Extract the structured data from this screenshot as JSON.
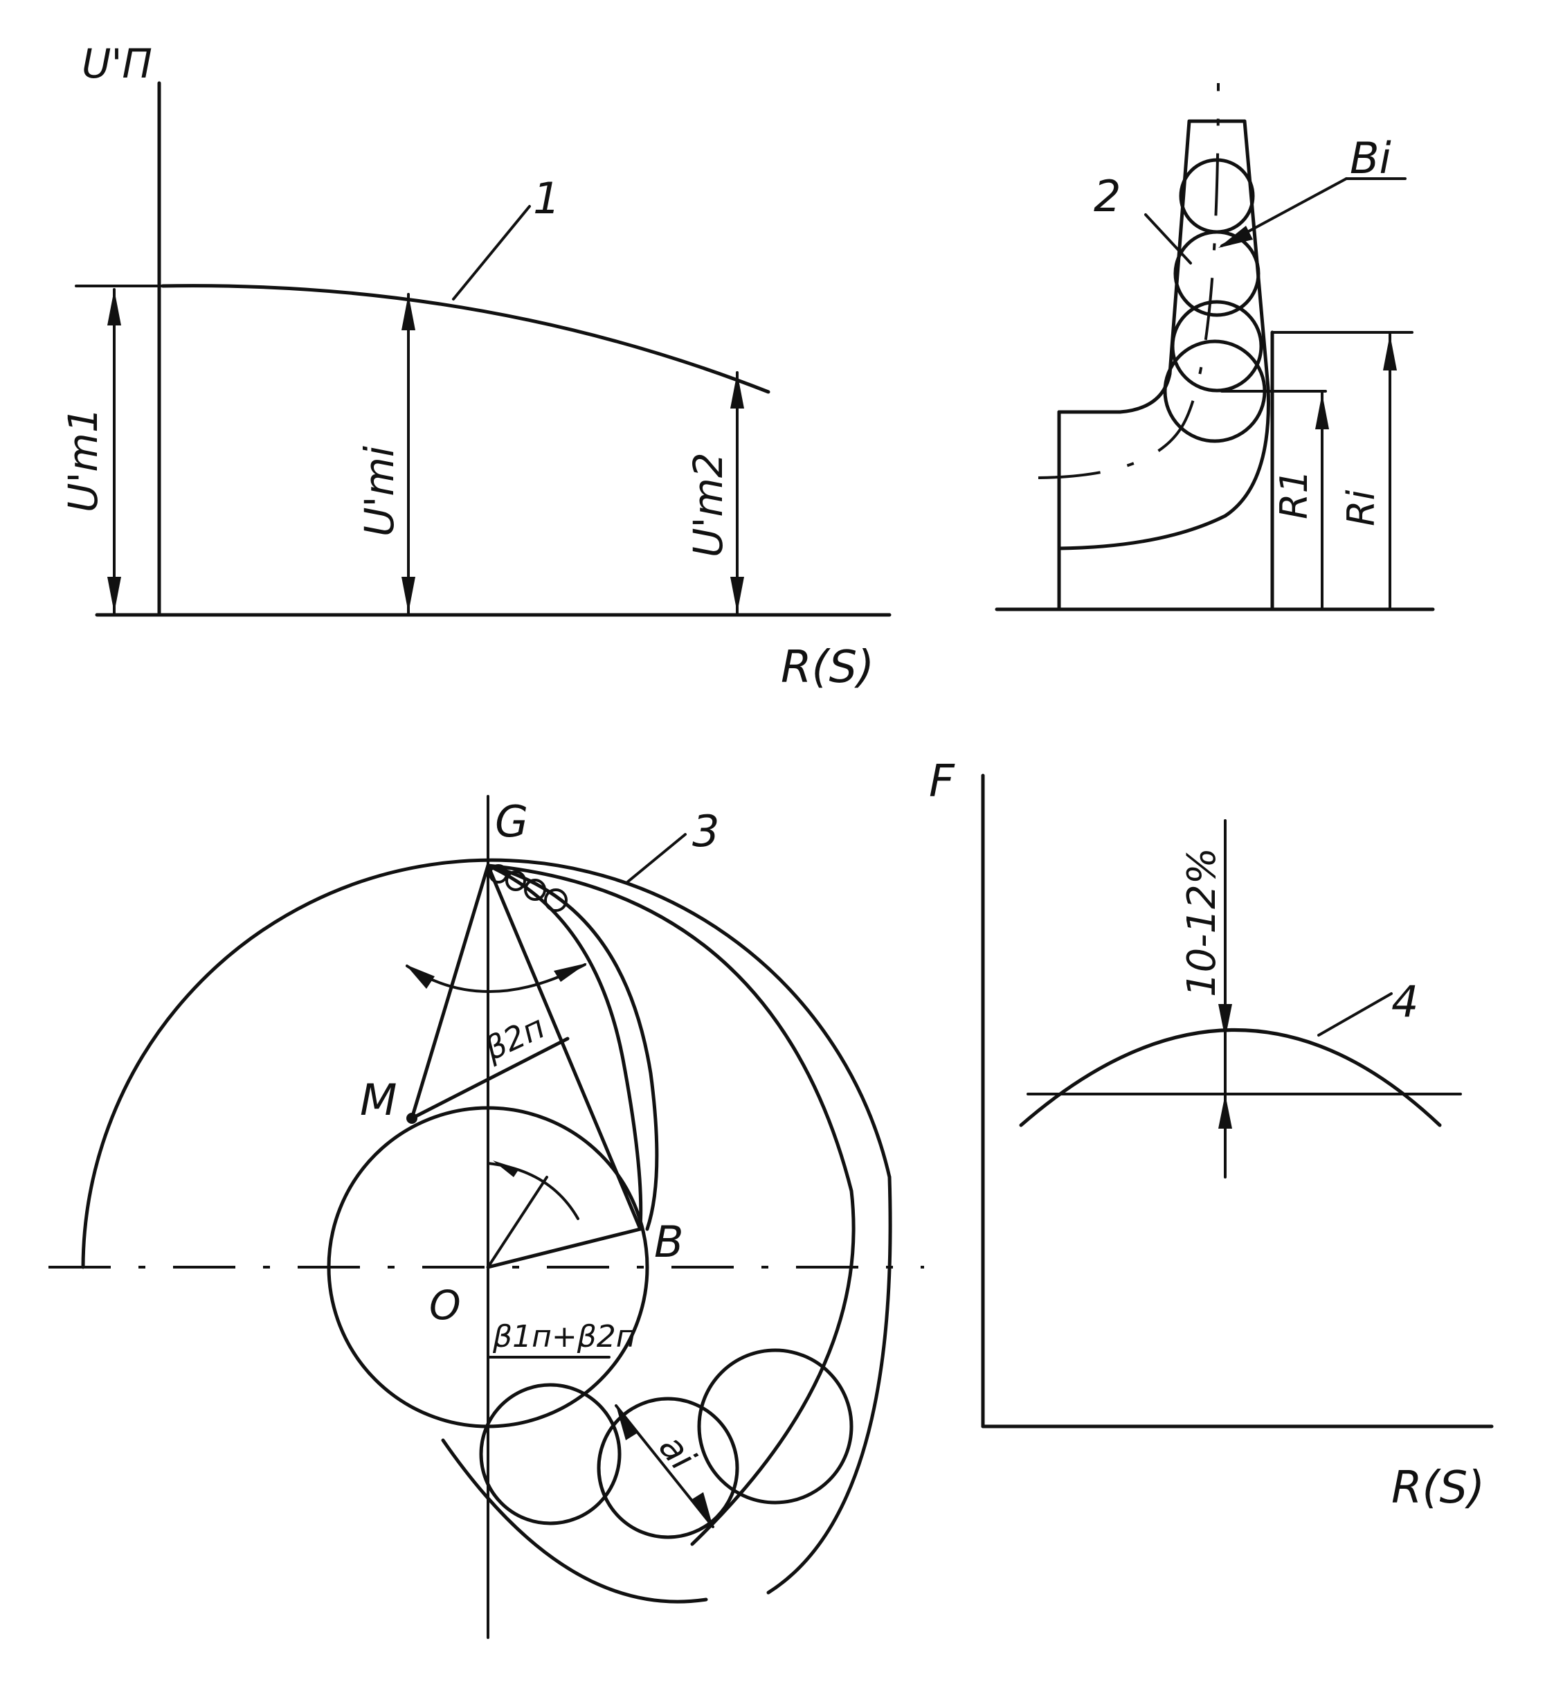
{
  "figure": {
    "top_left": {
      "y_axis_label": "U'П",
      "x_axis_label": "R(S)",
      "curve_number": "1",
      "dim_labels": [
        "U'm1",
        "U'mi",
        "U'm2"
      ]
    },
    "top_right": {
      "curve_number": "2",
      "section_label": "Bi",
      "dim_labels": [
        "R1",
        "Ri"
      ]
    },
    "bottom_left": {
      "curve_number": "3",
      "points": [
        "G",
        "M",
        "B",
        "O"
      ],
      "angle_labels": [
        "β2п",
        "β1п+β2п"
      ],
      "diameter_label": "ai"
    },
    "bottom_right": {
      "y_axis_label": "F",
      "x_axis_label": "R(S)",
      "curve_number": "4",
      "tolerance_label": "10-12%"
    }
  }
}
